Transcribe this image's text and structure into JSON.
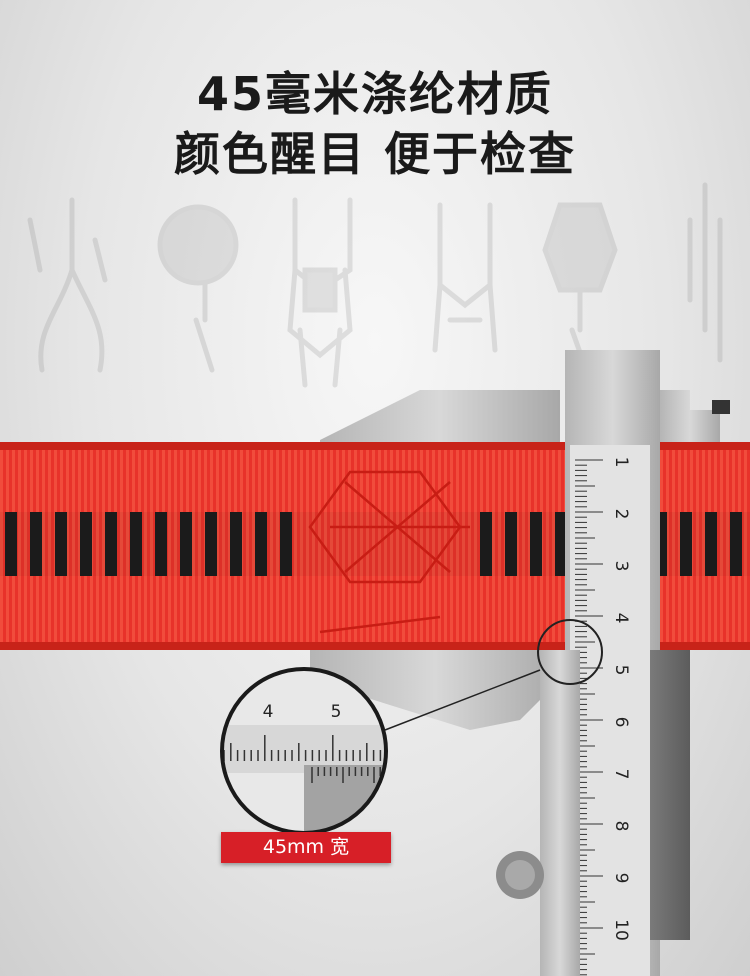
{
  "headline": {
    "line1": "45毫米涤纶材质",
    "line2": "颜色醒目 便于检查"
  },
  "badge": {
    "label": "45mm 宽",
    "color": "#d71f27"
  },
  "zoom": {
    "numbers": [
      "4",
      "5"
    ]
  },
  "caliper": {
    "scale_numbers": [
      "1",
      "2",
      "3",
      "4",
      "5",
      "6",
      "7",
      "8",
      "9",
      "10"
    ]
  },
  "strap": {
    "color": "#e8322a",
    "stripe_color": "#1b1b1b"
  },
  "background_products": {
    "items": [
      "lanyard-icon",
      "retractable-block-icon",
      "full-body-harness-icon",
      "harness-icon",
      "self-retracting-lifeline-icon",
      "energy-absorber-lanyard-icon"
    ]
  }
}
